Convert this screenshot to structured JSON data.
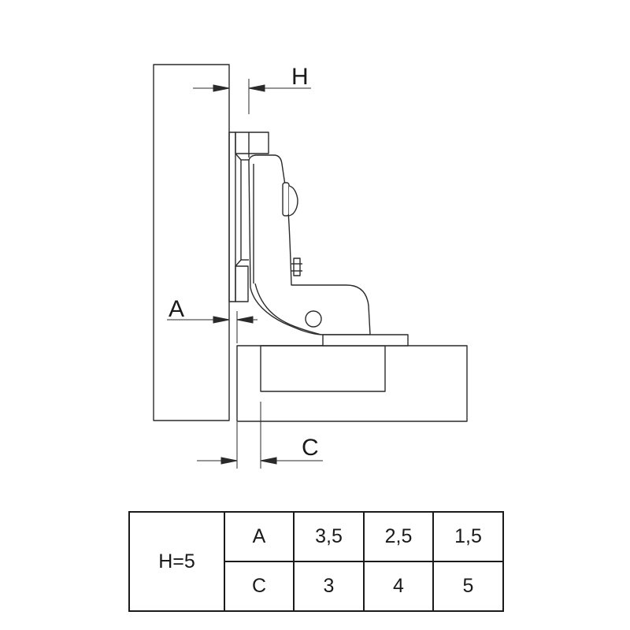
{
  "diagram": {
    "labels": {
      "h": "H",
      "a": "A",
      "c": "C"
    },
    "line_color": "#2a2a2a",
    "fill_color": "#ffffff"
  },
  "table": {
    "condition": "H=5",
    "rows": [
      {
        "param": "A",
        "values": [
          "3,5",
          "2,5",
          "1,5"
        ]
      },
      {
        "param": "C",
        "values": [
          "3",
          "4",
          "5"
        ]
      }
    ]
  }
}
